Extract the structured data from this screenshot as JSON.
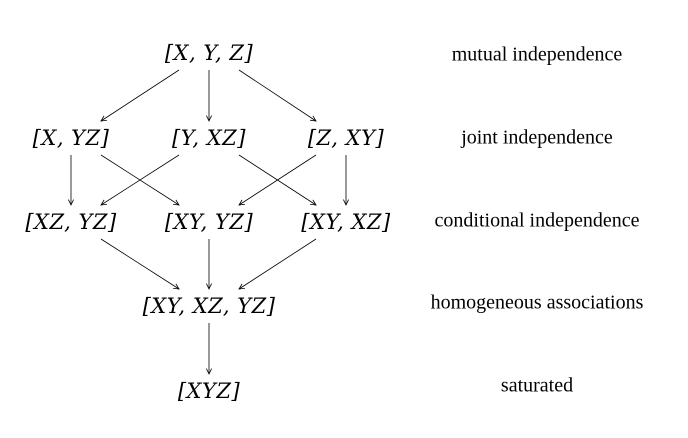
{
  "nodes": {
    "n_xyz_mutual": "[X, Y, Z]",
    "n_x_yz": "[X, YZ]",
    "n_y_xz": "[Y, XZ]",
    "n_z_xy": "[Z, XY]",
    "n_xz_yz": "[XZ, YZ]",
    "n_xy_yz": "[XY, YZ]",
    "n_xy_xz": "[XY, XZ]",
    "n_xy_xz_yz": "[XY, XZ, YZ]",
    "n_xyz_sat": "[XYZ]"
  },
  "levels": {
    "mutual": "mutual independence",
    "joint": "joint independence",
    "conditional": "conditional independence",
    "homogeneous": "homogeneous associations",
    "saturated": "saturated"
  },
  "edges": [
    [
      "n_xyz_mutual",
      "n_x_yz"
    ],
    [
      "n_xyz_mutual",
      "n_y_xz"
    ],
    [
      "n_xyz_mutual",
      "n_z_xy"
    ],
    [
      "n_x_yz",
      "n_xz_yz"
    ],
    [
      "n_x_yz",
      "n_xy_yz"
    ],
    [
      "n_y_xz",
      "n_xz_yz"
    ],
    [
      "n_y_xz",
      "n_xy_xz"
    ],
    [
      "n_z_xy",
      "n_xy_yz"
    ],
    [
      "n_z_xy",
      "n_xy_xz"
    ],
    [
      "n_xz_yz",
      "n_xy_xz_yz"
    ],
    [
      "n_xy_yz",
      "n_xy_xz_yz"
    ],
    [
      "n_xy_xz",
      "n_xy_xz_yz"
    ],
    [
      "n_xy_xz_yz",
      "n_xyz_sat"
    ]
  ],
  "colors": {
    "ink": "#000000",
    "background": "#ffffff"
  }
}
